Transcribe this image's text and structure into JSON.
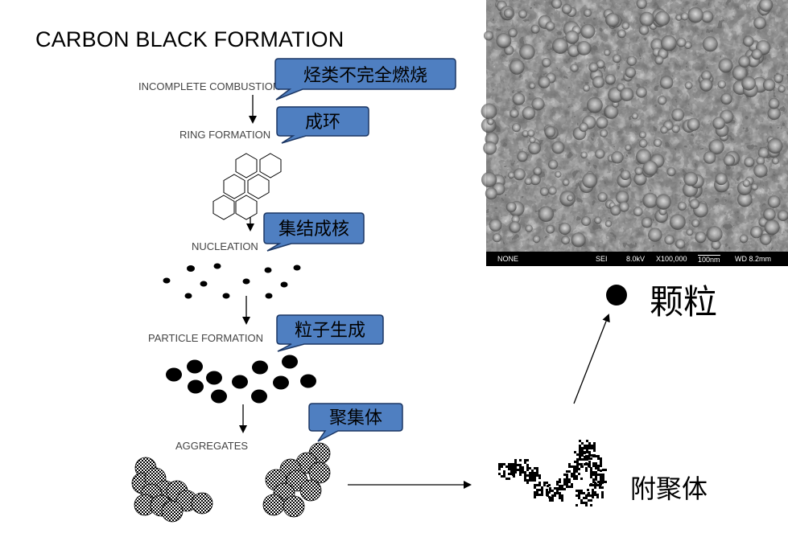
{
  "title": "CARBON BLACK FORMATION",
  "stages": [
    {
      "label": "INCOMPLETE COMBUSTION",
      "note": "烃类不完全燃烧"
    },
    {
      "label": "RING FORMATION",
      "note": "成环"
    },
    {
      "label": "NUCLEATION",
      "note": "集结成核"
    },
    {
      "label": "PARTICLE FORMATION",
      "note": "粒子生成"
    },
    {
      "label": "AGGREGATES",
      "note": "聚集体"
    }
  ],
  "particle_label": "颗粒",
  "agglomerate_label": "附聚体",
  "sem_bar": {
    "left": "NONE",
    "detector": "SEI",
    "voltage": "8.0kV",
    "magnification": "X100,000",
    "scale": "100nm",
    "wd": "WD 8.2mm"
  },
  "colors": {
    "bubble_fill": "#4f7fc1",
    "bubble_stroke": "#1c3764",
    "dark": "#000000"
  }
}
